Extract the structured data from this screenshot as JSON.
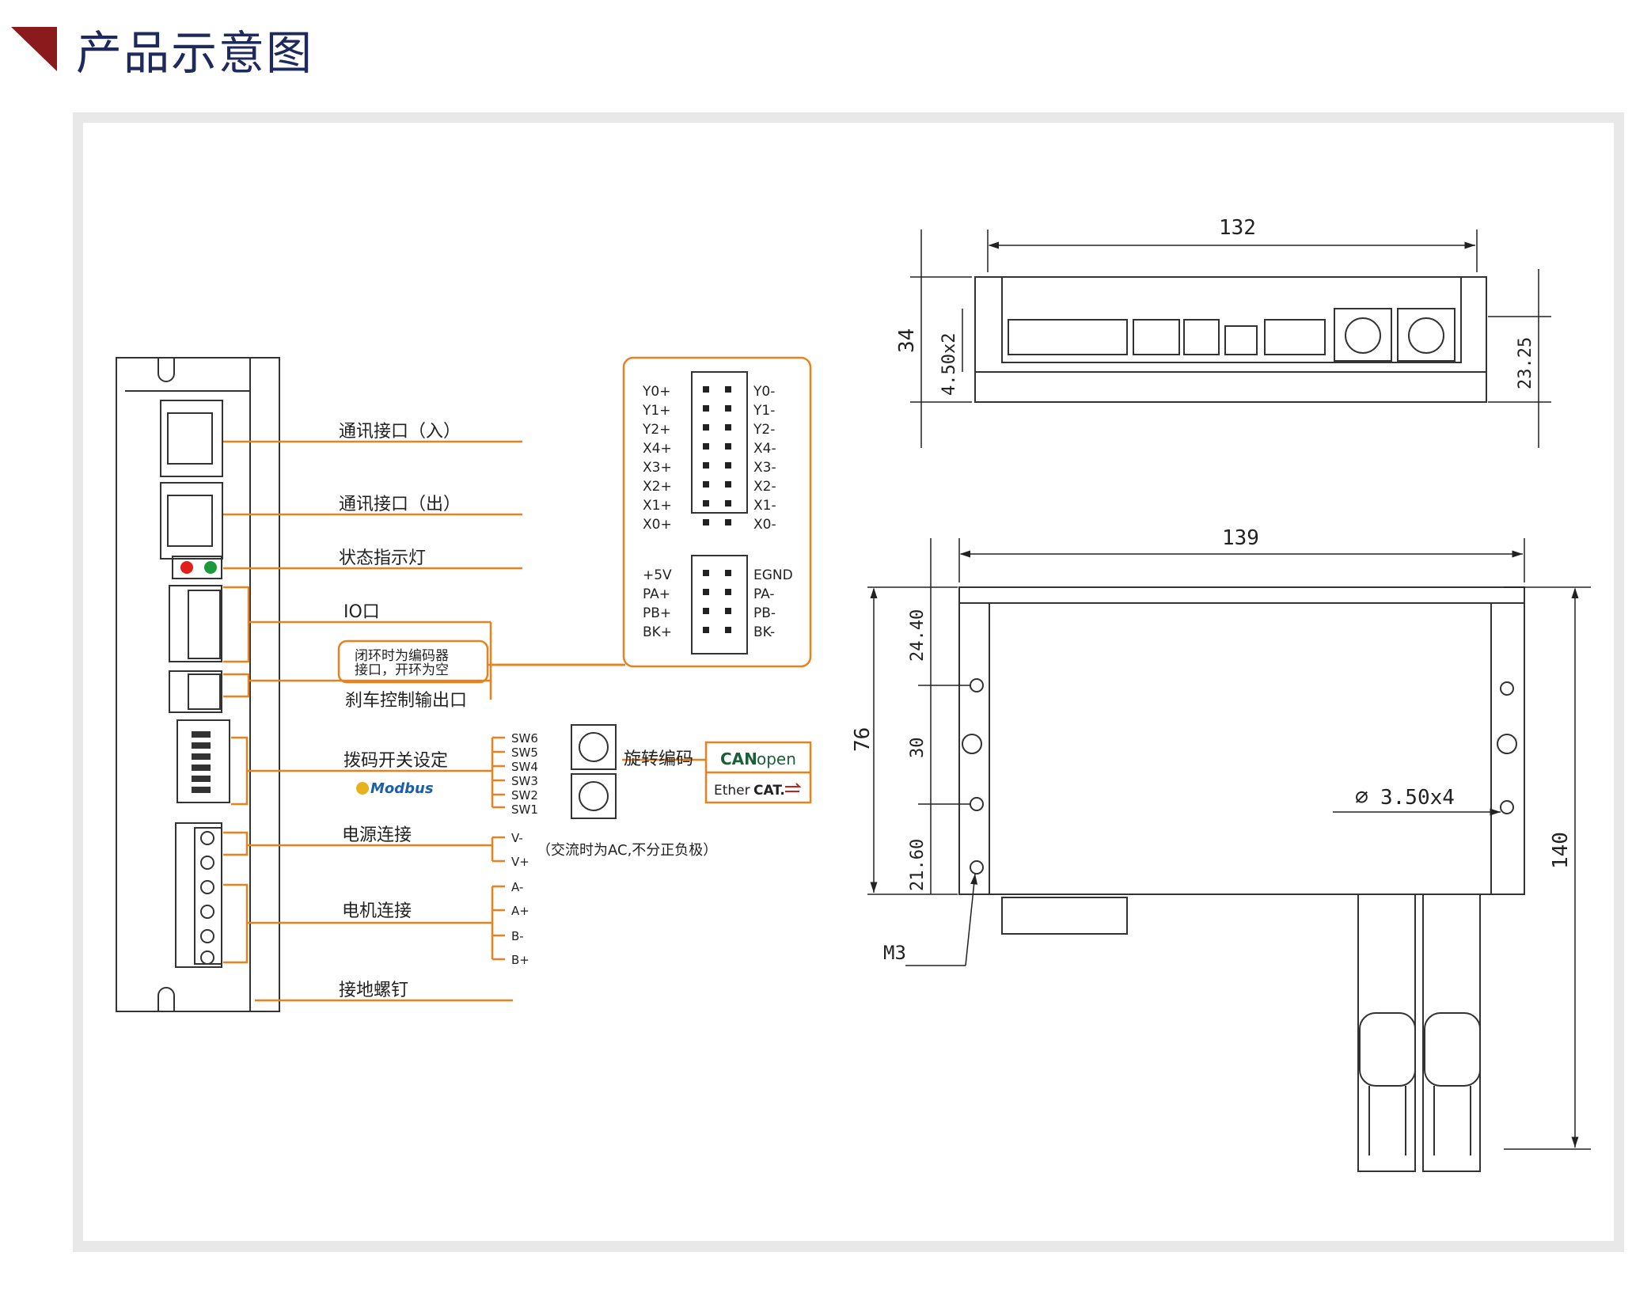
{
  "header": {
    "title": "产品示意图"
  },
  "left_labels": {
    "comm_in": "通讯接口（入）",
    "comm_out": "通讯接口（出）",
    "status_led": "状态指示灯",
    "io": "IO口",
    "encoder_note_line1": "闭环时为编码器",
    "encoder_note_line2": "接口，开环为空",
    "brake": "刹车控制输出口",
    "dip": "拨码开关设定",
    "modbus": "Modbus",
    "power": "电源连接",
    "motor": "电机连接",
    "ground": "接地螺钉",
    "rotary": "旋转编码",
    "ac_note": "（交流时为AC,不分正负极）"
  },
  "sw_pins": [
    "SW6",
    "SW5",
    "SW4",
    "SW3",
    "SW2",
    "SW1"
  ],
  "power_pins": [
    "V-",
    "V+"
  ],
  "motor_pins": [
    "A-",
    "A+",
    "B-",
    "B+"
  ],
  "io_left": [
    "Y0+",
    "Y1+",
    "Y2+",
    "X4+",
    "X3+",
    "X2+",
    "X1+",
    "X0+"
  ],
  "io_right": [
    "Y0-",
    "Y1-",
    "Y2-",
    "X4-",
    "X3-",
    "X2-",
    "X1-",
    "X0-"
  ],
  "enc_left": [
    "+5V",
    "PA+",
    "PB+",
    "BK+"
  ],
  "enc_right": [
    "EGND",
    "PA-",
    "PB-",
    "BK-"
  ],
  "logos": {
    "canopen_can": "CAN",
    "canopen_open": "open",
    "ethercat_ether": "Ether",
    "ethercat_cat": "CAT."
  },
  "dims": {
    "top_width": "132",
    "side_height": "34",
    "hole_spacing": "4.50x2",
    "inner_height": "23.25",
    "body_width": "139",
    "h1": "24.40",
    "h2": "30",
    "h3": "21.60",
    "total": "76",
    "overall": "140",
    "holes": "3.50x4",
    "screw": "M3"
  },
  "colors": {
    "accent": "#e8821e",
    "title": "#1f2a5c",
    "marker": "#8b1a1d"
  }
}
